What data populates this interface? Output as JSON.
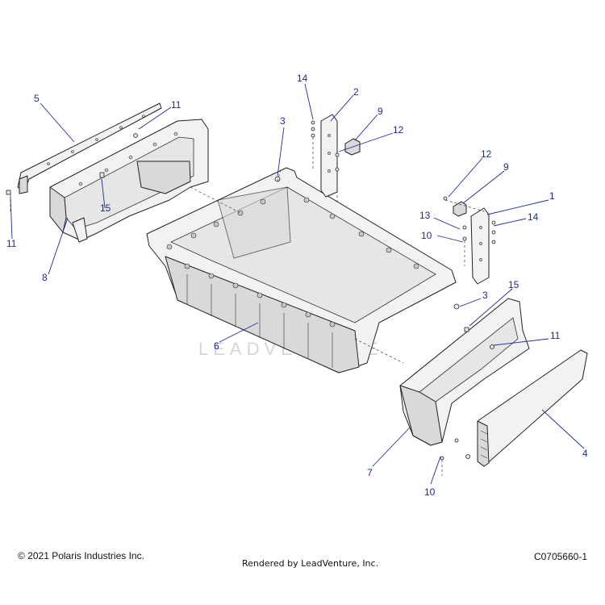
{
  "diagram": {
    "callouts": [
      {
        "id": "callout-5a",
        "label": "5"
      },
      {
        "id": "callout-11a",
        "label": "11"
      },
      {
        "id": "callout-11b",
        "label": "11"
      },
      {
        "id": "callout-15a",
        "label": "15"
      },
      {
        "id": "callout-8",
        "label": "8"
      },
      {
        "id": "callout-3a",
        "label": "3"
      },
      {
        "id": "callout-14a",
        "label": "14"
      },
      {
        "id": "callout-2",
        "label": "2"
      },
      {
        "id": "callout-9a",
        "label": "9"
      },
      {
        "id": "callout-12a",
        "label": "12"
      },
      {
        "id": "callout-12b",
        "label": "12"
      },
      {
        "id": "callout-9b",
        "label": "9"
      },
      {
        "id": "callout-1",
        "label": "1"
      },
      {
        "id": "callout-13",
        "label": "13"
      },
      {
        "id": "callout-14b",
        "label": "14"
      },
      {
        "id": "callout-10a",
        "label": "10"
      },
      {
        "id": "callout-6",
        "label": "6"
      },
      {
        "id": "callout-15b",
        "label": "15"
      },
      {
        "id": "callout-3b",
        "label": "3"
      },
      {
        "id": "callout-11c",
        "label": "11"
      },
      {
        "id": "callout-4",
        "label": "4"
      },
      {
        "id": "callout-7",
        "label": "7"
      },
      {
        "id": "callout-10b",
        "label": "10"
      }
    ],
    "watermark": "LEADVENTURE"
  },
  "footer": {
    "copyright": "© 2021 Polaris Industries Inc.",
    "rendered_by": "Rendered by LeadVenture, Inc.",
    "drawing_id": "C0705660-1"
  }
}
